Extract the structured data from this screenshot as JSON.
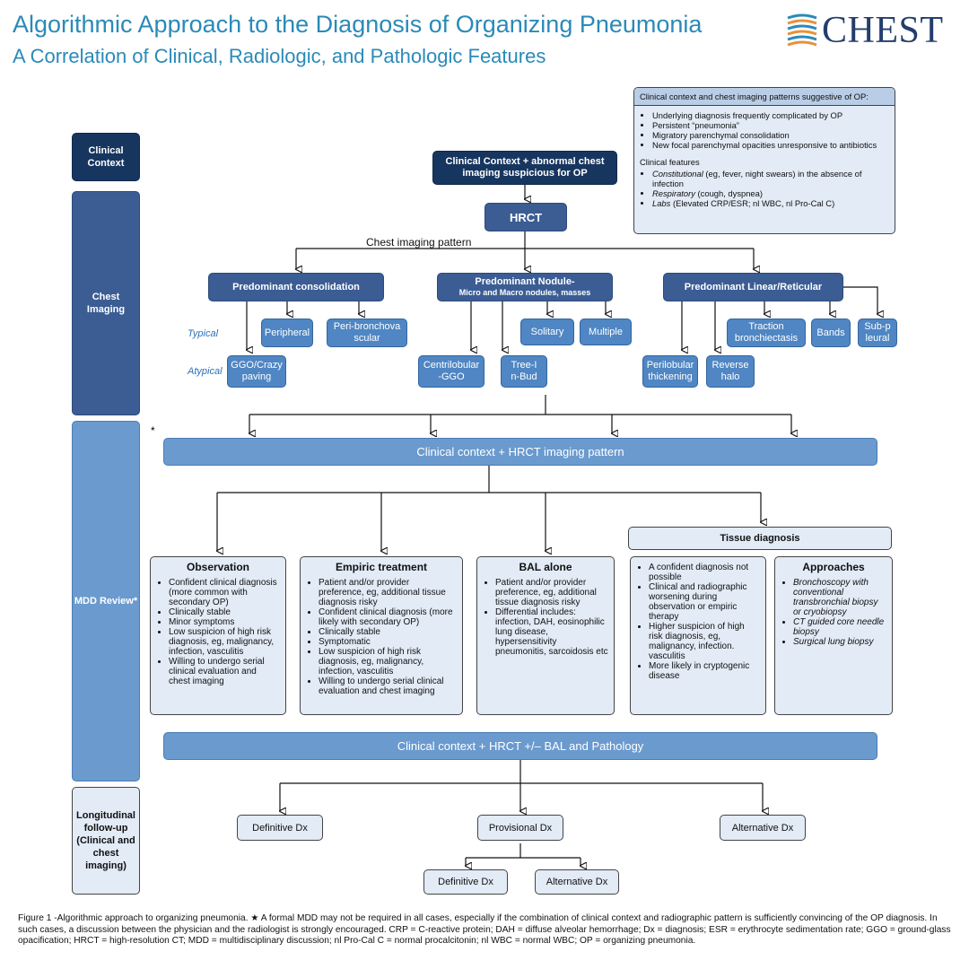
{
  "header": {
    "title": "Algorithmic Approach to the Diagnosis of Organizing Pneumonia",
    "subtitle": "A Correlation of Clinical, Radiologic, and Pathologic Features",
    "logo_text": "CHEST"
  },
  "side_labels": {
    "clinical_context": "Clinical Context",
    "chest_imaging": "Chest Imaging",
    "mdd_review": "MDD Review*",
    "longitudinal": "Longitudinal follow-up (Clinical and chest imaging)"
  },
  "info_box": {
    "heading": "Clinical context and chest imaging patterns suggestive of OP:",
    "items": [
      "Underlying diagnosis frequently complicated by OP",
      "Persistent “pneumonia”",
      "Migratory parenchymal consolidation",
      "New focal parenchymal opacities unresponsive to antibiotics"
    ],
    "features_heading": "Clinical features",
    "features": [
      {
        "lead": "Constitutional",
        "rest": " (eg, fever, night swears) in the absence of infection"
      },
      {
        "lead": "Respiratory",
        "rest": " (cough, dyspnea)"
      },
      {
        "lead": "Labs",
        "rest": " (Elevated CRP/ESR; nl WBC, nl Pro-Cal C)"
      }
    ]
  },
  "flow": {
    "start": "Clinical Context + abnormal chest imaging suspicious for OP",
    "hrct": "HRCT",
    "pattern_label": "Chest imaging pattern",
    "typical_label": "Typical",
    "atypical_label": "Atypical",
    "consolidation": "Predominant consolidation",
    "nodule_title": "Predominant Nodule-",
    "nodule_sub": "Micro and Macro nodules, masses",
    "linear": "Predominant Linear/Reticular",
    "peripheral": "Peripheral",
    "peribronchovascular": "Peri-bronchovascular",
    "ggo_crazy": "GGO/Crazy paving",
    "solitary": "Solitary",
    "multiple": "Multiple",
    "centrilobular": "Centrilobular-GGO",
    "tree_in_bud": "Tree-In-Bud",
    "traction": "Traction bronchiectasis",
    "bands": "Bands",
    "subpleural": "Sub-pleural",
    "perilobular": "Perilobular thickening",
    "reverse_halo": "Reverse halo",
    "asterisk": "*",
    "mdd_bar": "Clinical context + HRCT imaging pattern",
    "tissue_diagnosis": "Tissue diagnosis",
    "path_bar": "Clinical context + HRCT +/– BAL and Pathology",
    "definitive_dx": "Definitive Dx",
    "provisional_dx": "Provisional Dx",
    "alternative_dx": "Alternative Dx",
    "definitive_dx_2": "Definitive Dx",
    "alternative_dx_2": "Alternative Dx"
  },
  "panels": {
    "observation": {
      "title": "Observation",
      "items": [
        "Confident clinical diagnosis (more common with secondary OP)",
        "Clinically stable",
        "Minor symptoms",
        "Low suspicion of high risk diagnosis, eg, malignancy, infection, vasculitis",
        "Willing to undergo serial clinical evaluation and chest imaging"
      ]
    },
    "empiric": {
      "title": "Empiric treatment",
      "items": [
        "Patient and/or provider preference, eg, additional tissue diagnosis risky",
        "Confident clinical diagnosis (more likely with secondary OP)",
        "Clinically stable",
        "Symptomatic",
        "Low suspicion of high risk diagnosis, eg, malignancy, infection, vasculitis",
        "Willing to undergo serial clinical evaluation and chest imaging"
      ]
    },
    "bal": {
      "title": "BAL alone",
      "items": [
        "Patient and/or provider preference, eg, additional tissue diagnosis risky",
        "Differential includes: infection, DAH, eosinophilic lung disease, hypersensitivity pneumonitis, sarcoidosis etc"
      ]
    },
    "tissue": {
      "items": [
        "A confident diagnosis not possible",
        "Clinical and radiographic worsening during observation or empiric therapy",
        "Higher suspicion of high risk diagnosis, eg, malignancy, infection. vasculitis",
        "More likely in cryptogenic disease"
      ]
    },
    "approaches": {
      "title": "Approaches",
      "items": [
        "Bronchoscopy with conventional transbronchial biopsy or cryobiopsy",
        "CT guided core needle biopsy",
        "Surgical lung biopsy"
      ]
    }
  },
  "caption": "Figure 1 -Algorithmic approach to organizing pneumonia. ★ A formal MDD may not be required in all cases, especially if the combination of clinical context and radiographic pattern is sufficiently convincing of the OP diagnosis. In such cases, a discussion between the physician and the radiologist is strongly encouraged. CRP = C-reactive protein; DAH = diffuse alveolar hemorrhage; Dx = diagnosis; ESR = erythrocyte sedimentation rate; GGO = ground-glass opacification; HRCT = high-resolution CT; MDD = multidisciplinary discussion; nl Pro-Cal C = normal procalcitonin; nl WBC = normal WBC; OP = organizing pneumonia."
}
